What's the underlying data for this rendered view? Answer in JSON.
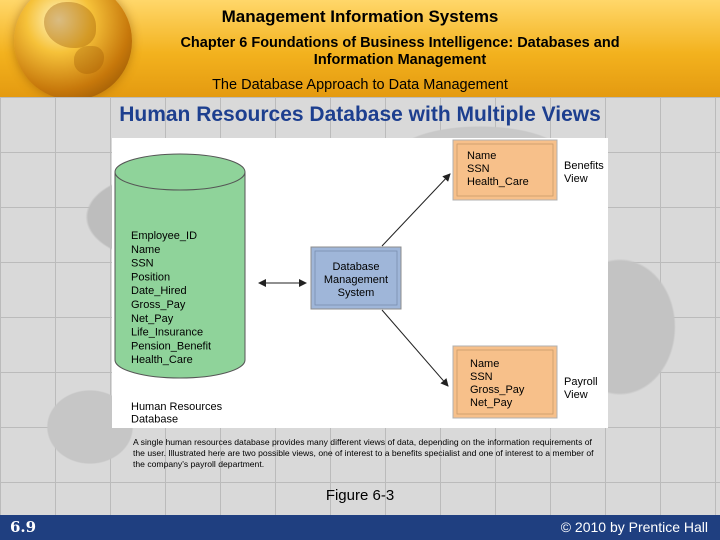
{
  "header": {
    "title": "Management Information Systems",
    "subtitle": "Chapter 6 Foundations of Business Intelligence: Databases and Information Management",
    "section": "The Database Approach to Data Management"
  },
  "slide_title": "Human Resources Database with Multiple Views",
  "diagram": {
    "database_fields": [
      "Employee_ID",
      "Name",
      "SSN",
      "Position",
      "Date_Hired",
      "Gross_Pay",
      "Net_Pay",
      "Life_Insurance",
      "Pension_Benefit",
      "Health_Care"
    ],
    "database_label": [
      "Human Resources",
      "Database"
    ],
    "dbms_label": [
      "Database",
      "Management",
      "System"
    ],
    "benefits_fields": [
      "Name",
      "SSN",
      "Health_Care"
    ],
    "benefits_label": [
      "Benefits",
      "View"
    ],
    "payroll_fields": [
      "Name",
      "SSN",
      "Gross_Pay",
      "Net_Pay"
    ],
    "payroll_label": [
      "Payroll",
      "View"
    ],
    "colors": {
      "cylinder": "#8fd39a",
      "dbms": "#9fb6d9",
      "view": "#f7c08a"
    }
  },
  "caption": "A single human resources database provides many different views of data, depending on the information requirements of the user. Illustrated here are two possible views, one of interest to a benefits specialist and one of interest to a member of the company's payroll department.",
  "figure_label": "Figure 6-3",
  "footer": {
    "slide_number": "6.9",
    "copyright": "© 2010 by Prentice Hall"
  }
}
